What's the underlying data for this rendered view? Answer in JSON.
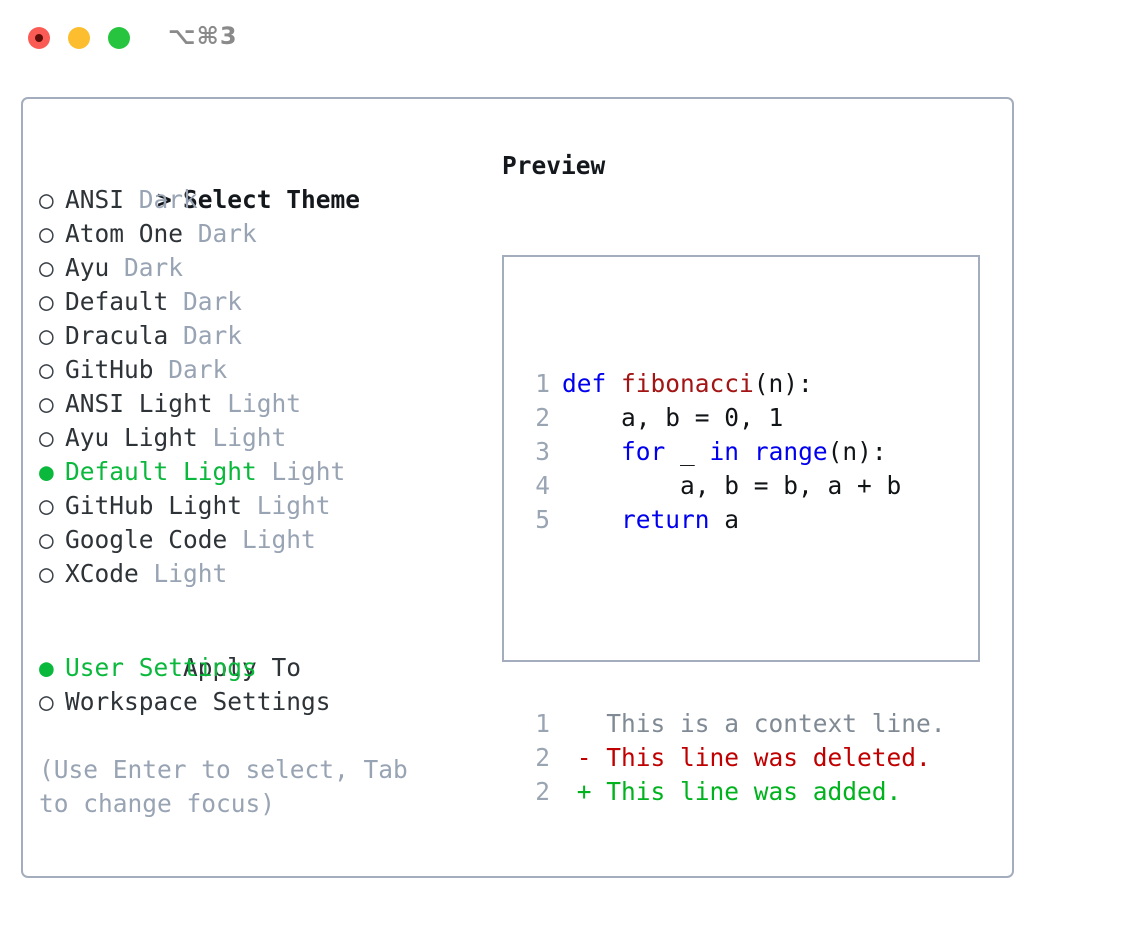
{
  "titlebar": {
    "shortcut": "⌥⌘3",
    "buttons": [
      {
        "name": "close",
        "color": "#fb5b55"
      },
      {
        "name": "minimize",
        "color": "#fcbe2e"
      },
      {
        "name": "maximize",
        "color": "#27c53f"
      }
    ]
  },
  "theme_picker": {
    "heading_marker": "> ",
    "heading": "Select Theme",
    "items": [
      {
        "marker": "○ ",
        "label": "ANSI",
        "badge": "Dark",
        "selected": false
      },
      {
        "marker": "○ ",
        "label": "Atom One",
        "badge": "Dark",
        "selected": false
      },
      {
        "marker": "○ ",
        "label": "Ayu",
        "badge": "Dark",
        "selected": false
      },
      {
        "marker": "○ ",
        "label": "Default",
        "badge": "Dark",
        "selected": false
      },
      {
        "marker": "○ ",
        "label": "Dracula",
        "badge": "Dark",
        "selected": false
      },
      {
        "marker": "○ ",
        "label": "GitHub",
        "badge": "Dark",
        "selected": false
      },
      {
        "marker": "○ ",
        "label": "ANSI Light",
        "badge": "Light",
        "selected": false
      },
      {
        "marker": "○ ",
        "label": "Ayu Light",
        "badge": "Light",
        "selected": false
      },
      {
        "marker": "● ",
        "label": "Default Light",
        "badge": "Light",
        "selected": true
      },
      {
        "marker": "○ ",
        "label": "GitHub Light",
        "badge": "Light",
        "selected": false
      },
      {
        "marker": "○ ",
        "label": "Google Code",
        "badge": "Light",
        "selected": false
      },
      {
        "marker": "○ ",
        "label": "XCode",
        "badge": "Light",
        "selected": false
      }
    ]
  },
  "apply_to": {
    "heading_marker": "  ",
    "heading": "Apply To",
    "items": [
      {
        "marker": "● ",
        "label": "User Settings",
        "selected": true
      },
      {
        "marker": "○ ",
        "label": "Workspace Settings",
        "selected": false
      }
    ]
  },
  "hint": "(Use Enter to select, Tab to change focus)",
  "preview": {
    "title": "Preview",
    "code_lines": [
      {
        "num": "1",
        "tokens": [
          {
            "t": "def",
            "c": "kw"
          },
          {
            "t": " ",
            "c": "tx"
          },
          {
            "t": "fibonacci",
            "c": "fn"
          },
          {
            "t": "(n):",
            "c": "tx"
          }
        ]
      },
      {
        "num": "2",
        "tokens": [
          {
            "t": "    a, b = 0, 1",
            "c": "tx"
          }
        ]
      },
      {
        "num": "3",
        "tokens": [
          {
            "t": "    ",
            "c": "tx"
          },
          {
            "t": "for",
            "c": "kw"
          },
          {
            "t": " _ ",
            "c": "tx"
          },
          {
            "t": "in",
            "c": "kw"
          },
          {
            "t": " ",
            "c": "tx"
          },
          {
            "t": "range",
            "c": "kw"
          },
          {
            "t": "(n):",
            "c": "tx"
          }
        ]
      },
      {
        "num": "4",
        "tokens": [
          {
            "t": "        a, b = b, a + b",
            "c": "tx"
          }
        ]
      },
      {
        "num": "5",
        "tokens": [
          {
            "t": "    ",
            "c": "tx"
          },
          {
            "t": "return",
            "c": "kw"
          },
          {
            "t": " a",
            "c": "tx"
          }
        ]
      }
    ],
    "diff_lines": [
      {
        "num": "1",
        "tokens": [
          {
            "t": "   This is a context line.",
            "c": "ctx"
          }
        ]
      },
      {
        "num": "2",
        "tokens": [
          {
            "t": " - This line was deleted.",
            "c": "del"
          }
        ]
      },
      {
        "num": "2",
        "tokens": [
          {
            "t": " + This line was added.",
            "c": "add"
          }
        ]
      }
    ]
  },
  "colors": {
    "accent_green": "#0ab83c",
    "border": "#a3adbd",
    "muted": "#98a3b3",
    "keyword_blue": "#0000ee",
    "function_red": "#a31515",
    "diff_deleted": "#c00000",
    "diff_added": "#00b31e"
  }
}
